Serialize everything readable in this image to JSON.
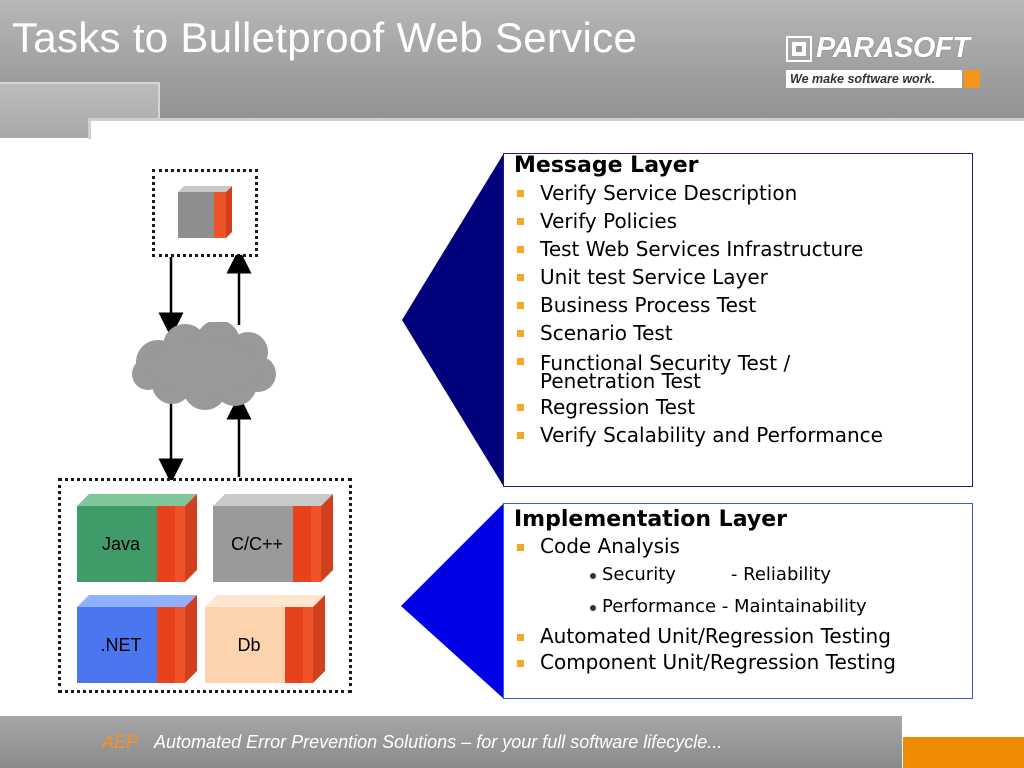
{
  "slide": {
    "title": "Tasks to Bulletproof Web Service"
  },
  "logo": {
    "name": "PARASOFT",
    "tagline": "We make software work."
  },
  "diagram": {
    "blocks": [
      {
        "label": "Java",
        "color": "#3f9c68"
      },
      {
        "label": "C/C++",
        "color": "#9a9a9a"
      },
      {
        "label": ".NET",
        "color": "#4a76f0"
      },
      {
        "label": "Db",
        "color": "#fdd3ad"
      }
    ],
    "accent_color": "#f0522a"
  },
  "message_layer": {
    "title": "Message Layer",
    "items": [
      "Verify Service Description",
      "Verify Policies",
      "Test Web Services Infrastructure",
      "Unit test Service Layer",
      "Business Process Test",
      "Scenario Test",
      "Functional Security Test /",
      "Penetration Test",
      "Regression Test",
      "Verify Scalability and Performance"
    ],
    "chevron_color": "#00007a"
  },
  "implementation_layer": {
    "title": "Implementation Layer",
    "code_analysis": "Code Analysis",
    "sub_items": [
      {
        "left": "Security",
        "right": "-  Reliability"
      },
      {
        "left": "Performance",
        "right": "- Maintainability"
      }
    ],
    "items_after": [
      "Automated Unit/Regression Testing",
      "Component Unit/Regression Testing"
    ],
    "chevron_color": "#0000e6"
  },
  "footer": {
    "aep": "AEP",
    "text": "Automated Error Prevention Solutions – for your full software lifecycle..."
  }
}
